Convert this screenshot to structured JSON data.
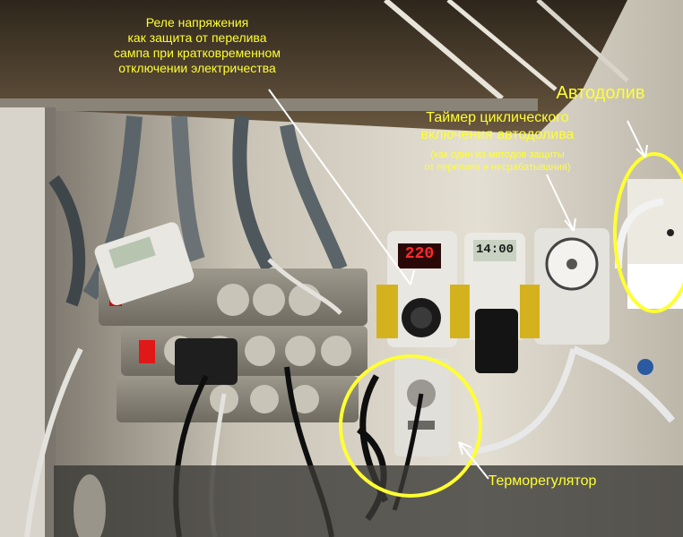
{
  "annotations": {
    "voltage_relay": {
      "lines": [
        "Реле напряжения",
        "как защита от перелива",
        "сампа при кратковременном",
        "отключении электричества"
      ]
    },
    "auto_top_off": {
      "label": "Автодолив"
    },
    "cyclic_timer": {
      "title_lines": [
        "Таймер циклического",
        "включения автодолива"
      ],
      "note_lines": [
        "(как один из методов защиты",
        "от перелива и несрабатывания)"
      ]
    },
    "thermostat": {
      "label": "Терморегулятор"
    }
  },
  "device_displays": {
    "relay_display": "220",
    "timer_display": "14:00"
  },
  "colors": {
    "annotation": "#ffff33",
    "relay_display": "#ff2a2a",
    "wall": "#cfc9bd",
    "shelf": "#5a4a36"
  }
}
